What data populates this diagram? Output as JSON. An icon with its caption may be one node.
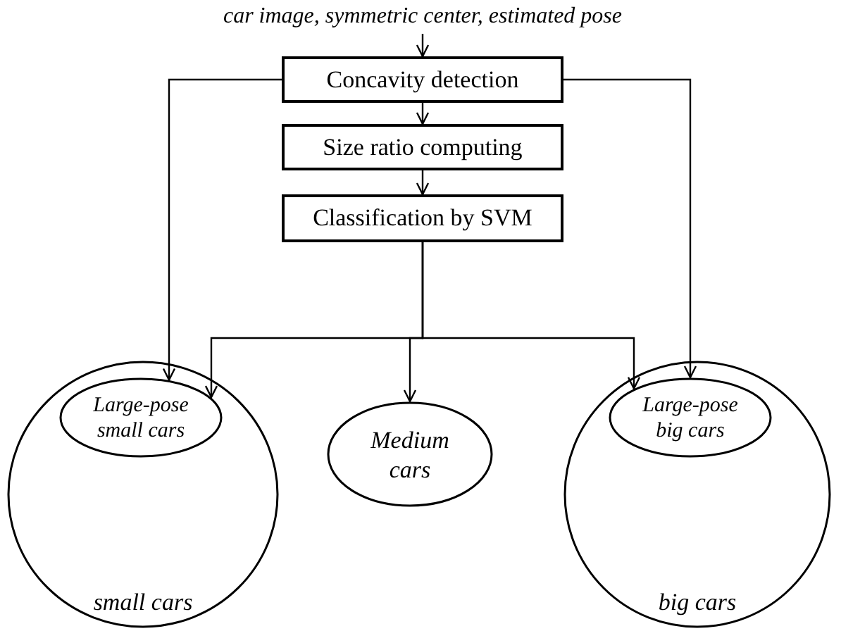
{
  "diagram": {
    "nodes": [
      {
        "text": [
          "car image, symmetric center, estimated pose"
        ]
      },
      {
        "text": [
          "Concavity detection"
        ]
      },
      {
        "text": [
          "Size ratio computing"
        ]
      },
      {
        "text": [
          "Classification by SVM"
        ]
      },
      {
        "text": [
          "small cars"
        ]
      },
      {
        "text": [
          "Large-pose small cars"
        ],
        "in": 4
      },
      {
        "text": [
          "Medium cars"
        ]
      },
      {
        "text": [
          "big cars"
        ]
      },
      {
        "text": [
          "Large-pose big cars"
        ],
        "in": 7
      }
    ],
    "edges": [
      {
        "from": 0,
        "to": 1,
        "arrow": "to"
      },
      {
        "from": 1,
        "to": 2,
        "arrow": "to"
      },
      {
        "from": 2,
        "to": 3,
        "arrow": "to"
      },
      {
        "from": 3,
        "to": 5,
        "arrow": "to"
      },
      {
        "from": 3,
        "to": 6,
        "arrow": "to"
      },
      {
        "from": 3,
        "to": 8,
        "arrow": "to"
      },
      {
        "from": 1,
        "to": 5,
        "arrow": "to"
      },
      {
        "from": 1,
        "to": 8,
        "arrow": "to"
      }
    ]
  }
}
